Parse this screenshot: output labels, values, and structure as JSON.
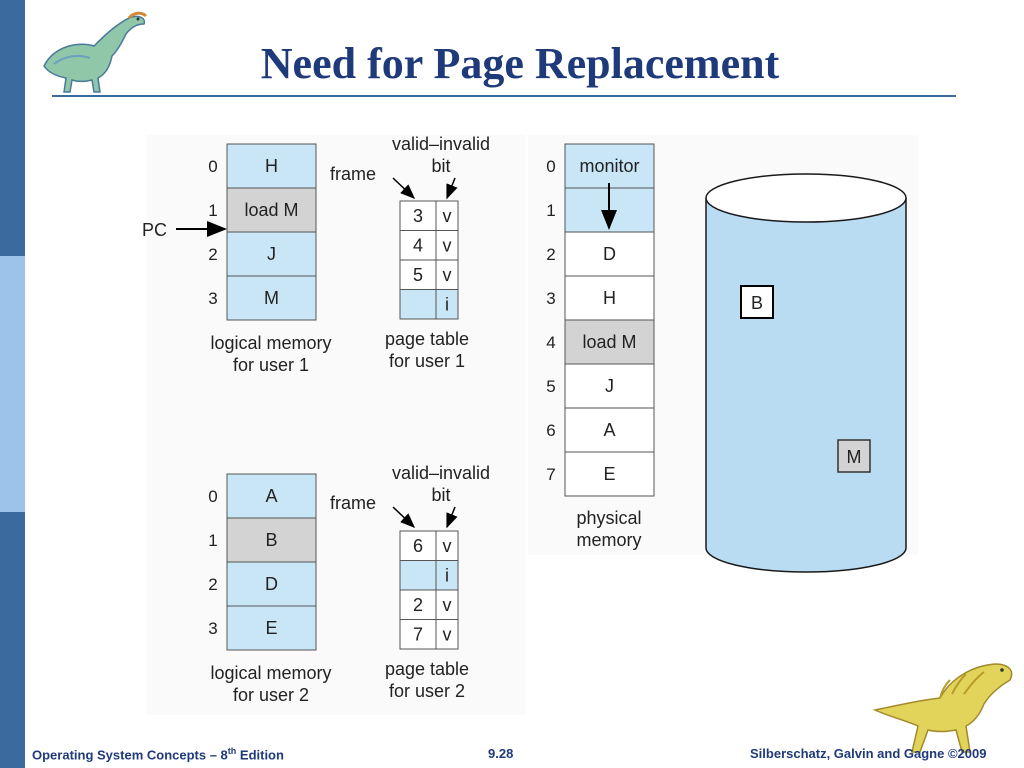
{
  "slide": {
    "title": "Need for Page Replacement",
    "footer": {
      "left_prefix": "Operating System Concepts – 8",
      "left_sup": "th",
      "left_suffix": " Edition",
      "center": "9.28",
      "right": "Silberschatz, Galvin and Gagne ©2009"
    }
  },
  "colors": {
    "title": "#1f3a7a",
    "sidebar_dark": "#3a6a9e",
    "sidebar_light": "#9dc3ea",
    "cell_blue": "#c9e6f7",
    "cell_gray": "#d3d3d3",
    "disk": "#b9dcf2"
  },
  "diagram": {
    "pc_label": "PC",
    "user1": {
      "logical_memory": [
        {
          "index": "0",
          "content": "H",
          "shade": "blue"
        },
        {
          "index": "1",
          "content": "load M",
          "shade": "gray"
        },
        {
          "index": "2",
          "content": "J",
          "shade": "blue"
        },
        {
          "index": "3",
          "content": "M",
          "shade": "blue"
        }
      ],
      "logical_caption": [
        "logical memory",
        "for user 1"
      ],
      "frame_label": "frame",
      "valid_invalid_label": [
        "valid–invalid",
        "bit"
      ],
      "page_table": [
        {
          "frame": "3",
          "bit": "v"
        },
        {
          "frame": "4",
          "bit": "v"
        },
        {
          "frame": "5",
          "bit": "v"
        },
        {
          "frame": "",
          "bit": "i"
        }
      ],
      "page_table_caption": [
        "page table",
        "for user 1"
      ]
    },
    "user2": {
      "logical_memory": [
        {
          "index": "0",
          "content": "A",
          "shade": "blue"
        },
        {
          "index": "1",
          "content": "B",
          "shade": "gray"
        },
        {
          "index": "2",
          "content": "D",
          "shade": "blue"
        },
        {
          "index": "3",
          "content": "E",
          "shade": "blue"
        }
      ],
      "logical_caption": [
        "logical memory",
        "for user 2"
      ],
      "frame_label": "frame",
      "valid_invalid_label": [
        "valid–invalid",
        "bit"
      ],
      "page_table": [
        {
          "frame": "6",
          "bit": "v"
        },
        {
          "frame": "",
          "bit": "i"
        },
        {
          "frame": "2",
          "bit": "v"
        },
        {
          "frame": "7",
          "bit": "v"
        }
      ],
      "page_table_caption": [
        "page table",
        "for user 2"
      ]
    },
    "physical_memory": [
      {
        "index": "0",
        "content": "monitor",
        "shade": "blue"
      },
      {
        "index": "1",
        "content": "",
        "shade": "blue"
      },
      {
        "index": "2",
        "content": "D",
        "shade": "white"
      },
      {
        "index": "3",
        "content": "H",
        "shade": "white"
      },
      {
        "index": "4",
        "content": "load M",
        "shade": "gray"
      },
      {
        "index": "5",
        "content": "J",
        "shade": "white"
      },
      {
        "index": "6",
        "content": "A",
        "shade": "white"
      },
      {
        "index": "7",
        "content": "E",
        "shade": "white"
      }
    ],
    "physical_caption": [
      "physical",
      "memory"
    ],
    "disk_items": [
      "B",
      "M"
    ]
  }
}
